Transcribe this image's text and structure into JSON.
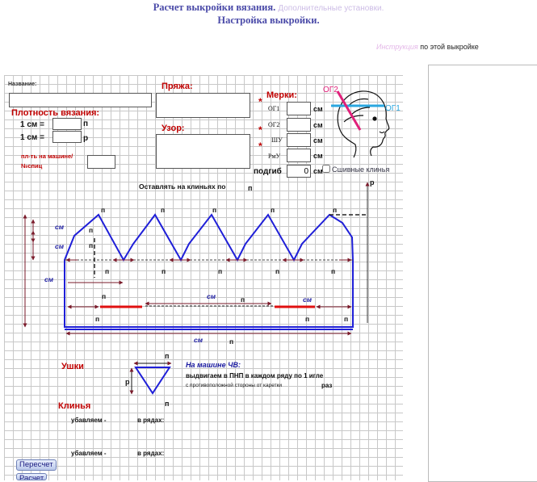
{
  "header": {
    "title_main": "Расчет выкройки вязания.",
    "title_faded": "Дополнительные установки.",
    "subtitle": "Настройка выкройки.",
    "instruction_faded": "Инструкция",
    "instruction_rest": "по этой выкройке"
  },
  "form": {
    "name_label": "Название:",
    "yarn_label": "Пряжа:",
    "pattern_label": "Узор:",
    "density_label": "Плотность вязания:",
    "density_row1_prefix": "1 см =",
    "density_row1_unit": "п",
    "density_row2_prefix": "1 см =",
    "density_row2_unit": "р",
    "machine_label_1": "пл-ть на машине/",
    "machine_label_2": "№спиц",
    "measures_label": "Мерки:",
    "measures": [
      {
        "name": "ОГ1",
        "unit": "см"
      },
      {
        "name": "ОГ2",
        "unit": "см"
      },
      {
        "name": "ШУ",
        "unit": "см"
      },
      {
        "name": "РмУ",
        "unit": "см"
      }
    ],
    "podgib_label": "подгиб",
    "podgib_value": "0",
    "podgib_unit": "см",
    "seam_checkbox_label": "Сшивные клинья"
  },
  "head_labels": {
    "og1": "ОГ1",
    "og2": "ОГ2"
  },
  "diagram": {
    "leave_text": "Оставлять на клиньях по",
    "p": "п",
    "r": "р",
    "cm": "см",
    "ears_label": "Ушки",
    "wedges_label": "Клинья",
    "machine_title": "На машине ЧВ:",
    "machine_line1": "выдвигаем в ПНП в каждом ряду по 1 игле",
    "machine_line2": "с противоположной стороны от каретки",
    "machine_times": "раз",
    "decrease1_a": "убавляем -",
    "decrease1_b": "в рядах:",
    "decrease2_a": "убавляем -",
    "decrease2_b": "в рядах:"
  },
  "buttons": {
    "recalc": "Пересчет",
    "calc": "Расчет"
  },
  "colors": {
    "title": "#4a4aa8",
    "outline": "#1f1fd8",
    "accent_red": "#e01010",
    "arrow": "#7a1a2a",
    "magenta": "#e0207a",
    "cyan": "#2aa7e0"
  }
}
